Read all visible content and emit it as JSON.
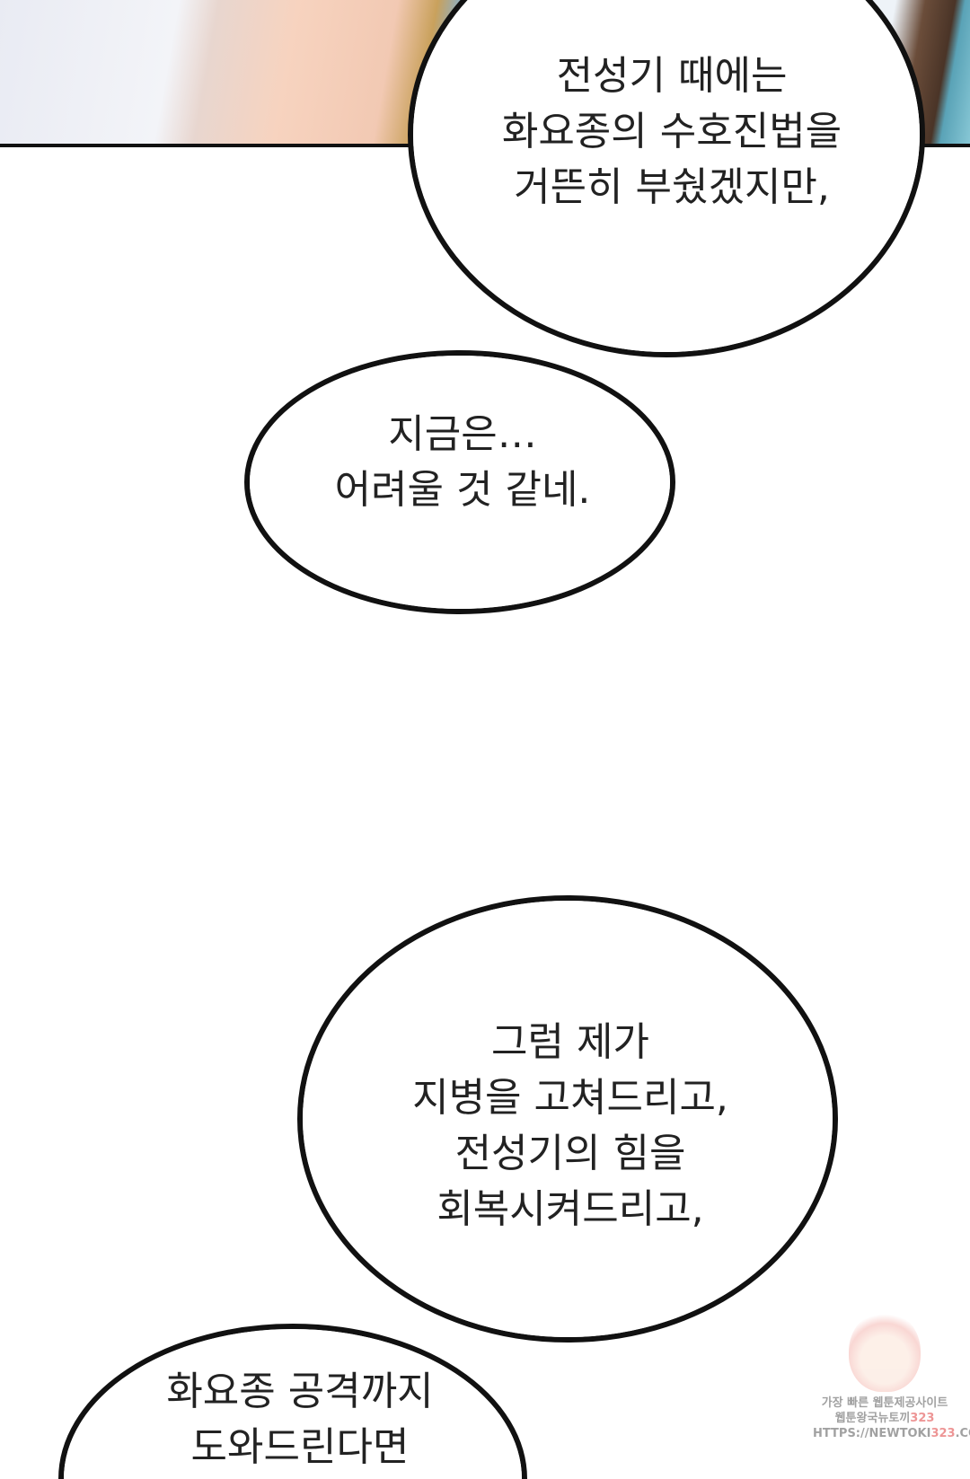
{
  "bubbles": [
    {
      "lines": [
        "전성기 때에는",
        "화요종의 수호진법을",
        "거뜬히 부쉈겠지만,"
      ]
    },
    {
      "lines": [
        "지금은…",
        "어려울 것 같네."
      ]
    },
    {
      "lines": [
        "그럼 제가",
        "지병을 고쳐드리고,",
        "전성기의 힘을",
        "회복시켜드리고,"
      ]
    },
    {
      "lines": [
        "화요종 공격까지",
        "도와드린다면"
      ]
    }
  ],
  "watermark": {
    "line1": "가장 빠른 웹툰제공사이트",
    "line2": "웹툰왕국뉴토끼",
    "line2_num": "323",
    "url_prefix": "HTTPS://NEWTOKI",
    "url_num": "323",
    "url_suffix": ".COM"
  }
}
